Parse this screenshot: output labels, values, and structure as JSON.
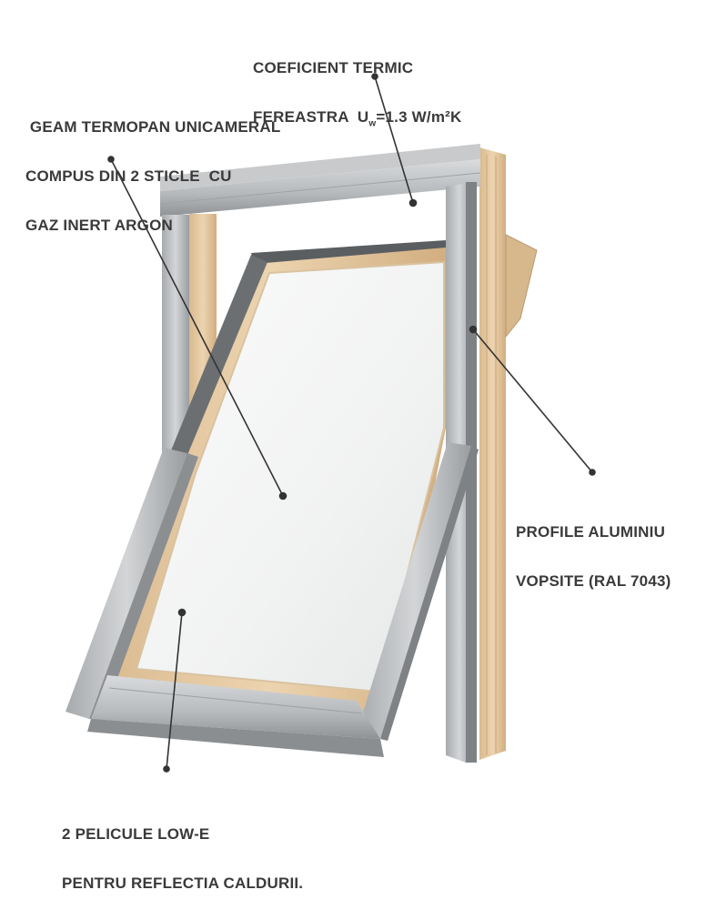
{
  "labels": {
    "coeficient": {
      "line1": "COEFICIENT TERMIC",
      "line2_prefix": "FEREASTRA  U",
      "line2_sub": "w",
      "line2_suffix": "=1.3 W/m²K"
    },
    "geam": {
      "line1": " GEAM TERMOPAN UNICAMERAL",
      "line2": "COMPUS DIN 2 STICLE  CU",
      "line3": "GAZ INERT ARGON"
    },
    "profile": {
      "line1": "PROFILE ALUMINIU",
      "line2": "VOPSITE (RAL 7043)"
    },
    "pelicule": {
      "line1": "2 PELICULE LOW-E",
      "line2": "PENTRU REFLECTIA CALDURII."
    }
  },
  "colors": {
    "text": "#3a3a3a",
    "leader": "#333333",
    "aluminium": "#b9bbbd",
    "aluminium_dark": "#8e9194",
    "wood": "#e6c9a2",
    "glass": "#f3f4f4"
  }
}
